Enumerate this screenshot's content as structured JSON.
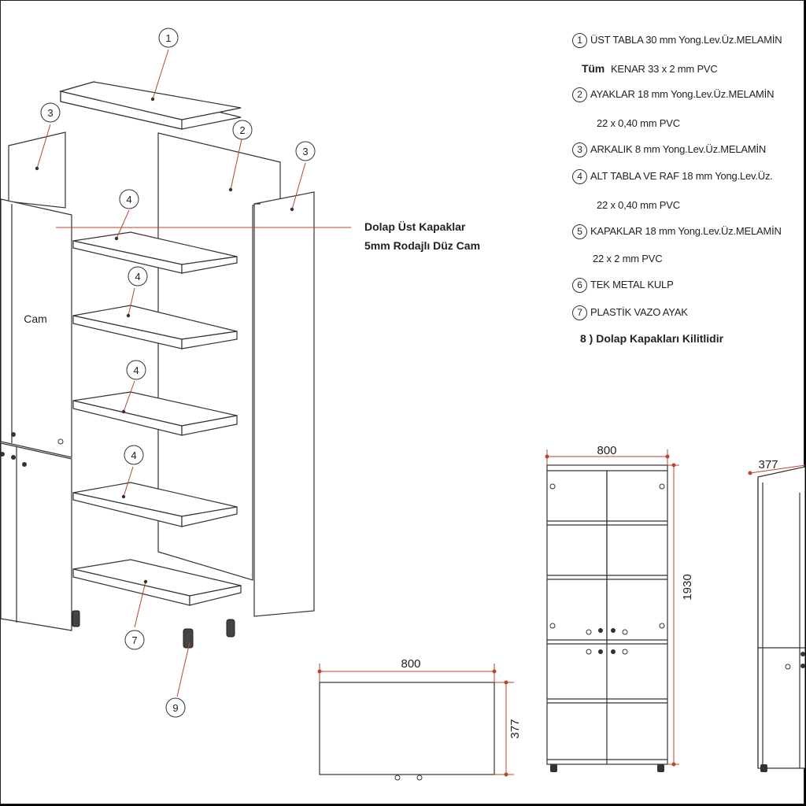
{
  "parts": {
    "p1": "1",
    "p2": "2",
    "p3": "3",
    "p4": "4",
    "p7": "7",
    "p9": "9"
  },
  "labels": {
    "glass": "Cam",
    "callout_line1": "Dolap Üst Kapaklar",
    "callout_line2": "5mm Rodajlı Düz Cam"
  },
  "specs": [
    {
      "num": "1",
      "text": "ÜST TABLA 30 mm Yong.Lev.Üz.MELAMİN"
    },
    {
      "num": "",
      "prefix": "Tüm",
      "text": "KENAR 33 x 2 mm PVC"
    },
    {
      "num": "2",
      "text": "AYAKLAR 18 mm  Yong.Lev.Üz.MELAMİN"
    },
    {
      "num": "",
      "text": "22 x 0,40 mm PVC"
    },
    {
      "num": "3",
      "text": "ARKALIK 8 mm      Yong.Lev.Üz.MELAMİN"
    },
    {
      "num": "4",
      "text": "ALT TABLA VE RAF 18 mm  Yong.Lev.Üz."
    },
    {
      "num": "",
      "text": "22 x 0,40 mm PVC"
    },
    {
      "num": "5",
      "text": "KAPAKLAR 18 mm Yong.Lev.Üz.MELAMİN"
    },
    {
      "num": "",
      "text": "22 x 2 mm PVC"
    },
    {
      "num": "6",
      "text": "TEK METAL KULP"
    },
    {
      "num": "7",
      "text": "PLASTİK VAZO AYAK"
    }
  ],
  "lock_note": "8 ) Dolap Kapakları Kilitlidir",
  "dimensions": {
    "top_width": "800",
    "front_width": "800",
    "top_depth": "377",
    "front_height": "1930",
    "side_depth": "377"
  },
  "colors": {
    "line": "#333333",
    "dimension": "#b5472e",
    "leader": "#b5472e"
  }
}
